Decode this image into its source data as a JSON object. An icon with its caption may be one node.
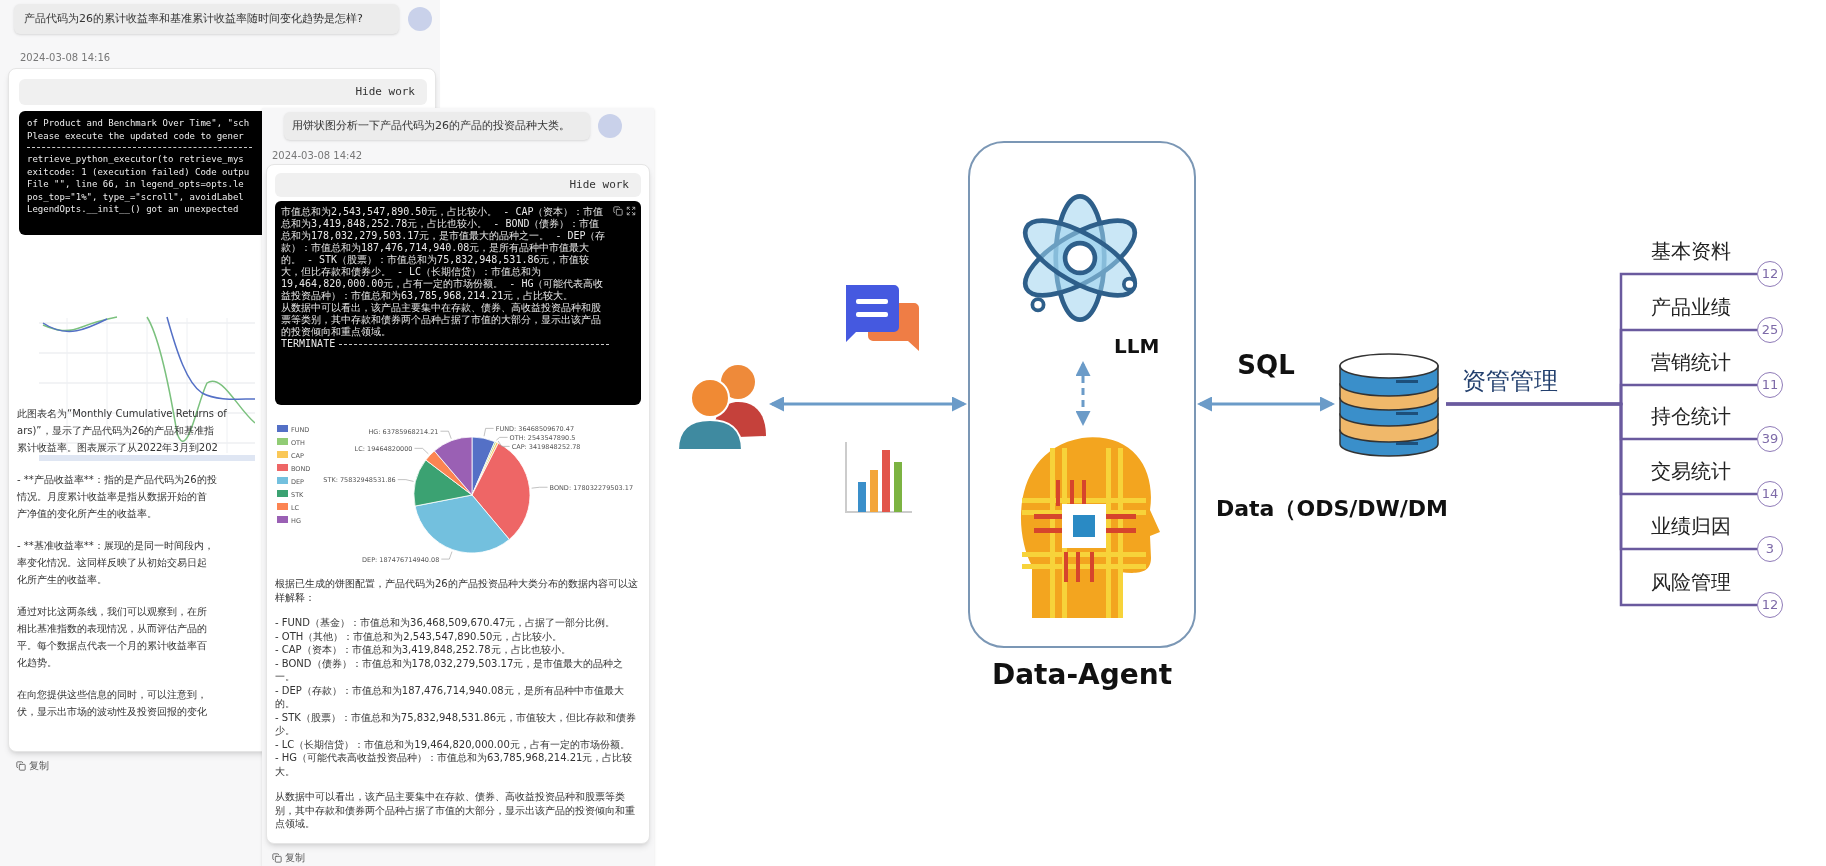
{
  "diagram": {
    "nodes": [
      {
        "text": [],
        "shape": "person"
      },
      {
        "text": [
          "Data-Agent"
        ]
      },
      {
        "text": [
          "LLM"
        ],
        "in": 1
      },
      {
        "text": [],
        "shape": "picture",
        "in": 1
      },
      {
        "text": [
          "Data（ODS/DW/DM"
        ]
      },
      {
        "text": [
          "12"
        ]
      },
      {
        "text": [
          "25"
        ]
      },
      {
        "text": [
          "11"
        ]
      },
      {
        "text": [
          "39"
        ]
      },
      {
        "text": [
          "14"
        ]
      },
      {
        "text": [
          "3"
        ]
      },
      {
        "text": [
          "12"
        ]
      }
    ],
    "edges": [
      {
        "from": 0,
        "to": 1,
        "arrow": "both",
        "color": "#6b9bc8"
      },
      {
        "from": 2,
        "to": 3,
        "arrow": "both",
        "style": "dashed",
        "color": "#6b9bc8"
      },
      {
        "from": 1,
        "to": 4,
        "arrow": "both",
        "label": "SQL",
        "color": "#6b9bc8"
      },
      {
        "from": 4,
        "to": 5,
        "arrow": "none",
        "label": "基本资料"
      },
      {
        "from": 4,
        "to": 6,
        "arrow": "none",
        "label": "产品业绩"
      },
      {
        "from": 4,
        "to": 7,
        "arrow": "none",
        "label": "营销统计"
      },
      {
        "from": 4,
        "to": 8,
        "arrow": "none",
        "label": "持仓统计"
      },
      {
        "from": 4,
        "to": 9,
        "arrow": "none",
        "label": "交易统计"
      },
      {
        "from": 4,
        "to": 10,
        "arrow": "none",
        "label": "业绩归因"
      },
      {
        "from": 4,
        "to": 11,
        "arrow": "none",
        "label": "风险管理"
      }
    ],
    "labels": [
      "产品代码为26的累计收益率和基准累计收益率随时间变化趋势是怎样?",
      "2024-03-08 14:16",
      "Hide work",
      "of Product and Benchmark Over Time\", \"sch",
      "Please execute the updated code to gener",
      "retrieve_python_executor(to retrieve_mys",
      "exitcode: 1 (execution failed) Code outpu",
      "File \"\", line 66, in legend_opts=opts.le",
      "pos_top=\"1%\", type_=\"scroll\", avoidLabel",
      "LegendOpts.__init__() got an unexpected",
      "此图表名为“Monthly Cumulative Returns of",
      "ars)”，显示了产品代码为26的产品和基准指",
      "累计收益率。图表展示了从2022年3月到202",
      "- **产品收益率**：指的是产品代码为26的投",
      "情况。月度累计收益率是指从数据开始的首",
      "产净值的变化所产生的收益率。",
      "- **基准收益率**：展现的是同一时间段内，",
      "率变化情况。这同样反映了从初始交易日起",
      "化所产生的收益率。",
      "通过对比这两条线，我们可以观察到，在所",
      "相比基准指数的表现情况，从而评估产品的",
      "平。每个数据点代表一个月的累计收益率百",
      "化趋势。",
      "在向您提供这些信息的同时，可以注意到，",
      "伏，显示出市场的波动性及投资回报的变化",
      "复制",
      "用饼状图分析一下产品代码为26的产品的投资品种大类。",
      "2024-03-08 14:42",
      "Hide work",
      "市值总和为2,543,547,890.50元，占比较小。 - CAP（资本）：市值总和为3,419,848,252.78元，占比也较小。 - BOND（债券）：市值总和为178,032,279,503.17元，是市值最大的品种之一。 - DEP（存款）：市值总和为187,476,714,940.08元，是所有品种中市值最大的。 - STK（股票）：市值总和为75,832,948,531.86元，市值较大，但比存款和债券少。 - LC（长期信贷）：市值总和为19,464,820,000.00元，占有一定的市场份额。 - HG（可能代表高收益投资品种）：市值总和为63,785,968,214.21元，占比较大。",
      "从数据中可以看出，该产品主要集中在存款、债券、高收益投资品种和股票等类别，其中存款和债券两个品种占据了市值的大部分，显示出该产品的投资倾向和重点领域。",
      "TERMINATE",
      "根据已生成的饼图配置，产品代码为26的产品投资品种大类分布的数据内容可以这样解释：",
      "- FUND（基金）：市值总和为36,468,509,670.47元，占据了一部分比例。",
      "- OTH（其他）：市值总和为2,543,547,890.50元，占比较小。",
      "- CAP（资本）：市值总和为3,419,848,252.78元，占比也较小。",
      "- BOND（债券）：市值总和为178,032,279,503.17元，是市值最大的品种之一。",
      "- DEP（存款）：市值总和为187,476,714,940.08元，是所有品种中市值最大的。",
      "- STK（股票）：市值总和为75,832,948,531.86元，市值较大，但比存款和债券少。",
      "- LC（长期信贷）：市值总和为19,464,820,000.00元，占有一定的市场份额。",
      "- HG（可能代表高收益投资品种）：市值总和为63,785,968,214.21元，占比较大。",
      "从数据中可以看出，该产品主要集中在存款、债券、高收益投资品种和股票等类别，其中存款和债券两个品种占据了市值的大部分，显示出该产品的投资倾向和重点领域。",
      "复制",
      "资管管理"
    ],
    "chart_data": {
      "type": "pie",
      "values": [
        36468509670.47,
        2543547890.5,
        3419848252.78,
        178032279503.17,
        187476714940.08,
        75832948531.86,
        19464820000,
        63785968214.21
      ],
      "data_labels": true,
      "value_labels": [
        "FUND: 36468509670.47",
        "OTH: 2543547890.5",
        "CAP: 3419848252.78",
        "BOND: 178032279503.17",
        "DEP: 187476714940.08",
        "STK: 75832948531.86",
        "LC: 19464820000",
        "HG: 63785968214.21"
      ]
    },
    "legend": [
      {
        "text": "FUND",
        "color": "#5470c6"
      },
      {
        "text": "OTH",
        "color": "#91cc75"
      },
      {
        "text": "CAP",
        "color": "#fac858"
      },
      {
        "text": "BOND",
        "color": "#ee6666"
      },
      {
        "text": "DEP",
        "color": "#73c0de"
      },
      {
        "text": "STK",
        "color": "#3ba272"
      },
      {
        "text": "LC",
        "color": "#fc8452"
      },
      {
        "text": "HG",
        "color": "#9a60b4"
      }
    ]
  }
}
